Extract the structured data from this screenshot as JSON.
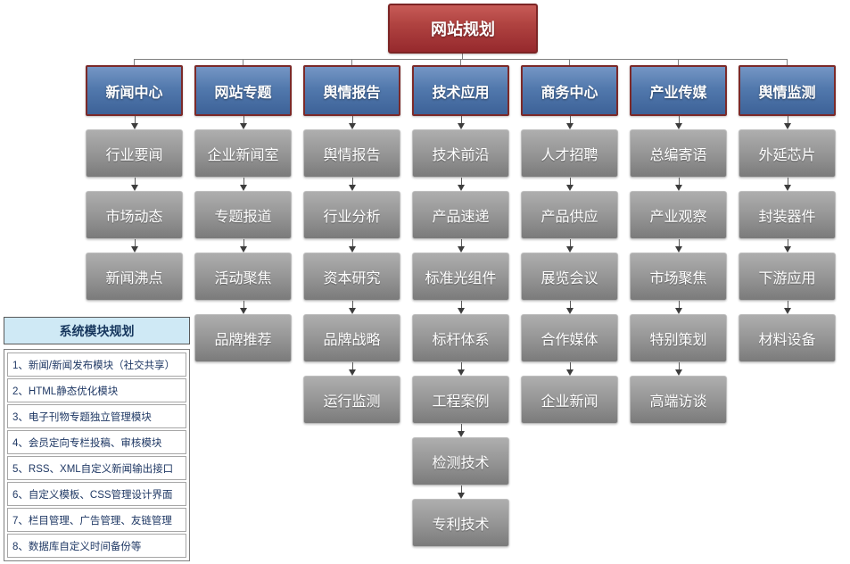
{
  "root": {
    "label": "网站规划"
  },
  "columns": [
    {
      "header": "新闻中心",
      "items": [
        "行业要闻",
        "市场动态",
        "新闻沸点"
      ]
    },
    {
      "header": "网站专题",
      "items": [
        "企业新闻室",
        "专题报道",
        "活动聚焦",
        "品牌推荐"
      ]
    },
    {
      "header": "舆情报告",
      "items": [
        "舆情报告",
        "行业分析",
        "资本研究",
        "品牌战略",
        "运行监测"
      ]
    },
    {
      "header": "技术应用",
      "items": [
        "技术前沿",
        "产品速递",
        "标准光组件",
        "标杆体系",
        "工程案例",
        "检测技术",
        "专利技术"
      ]
    },
    {
      "header": "商务中心",
      "items": [
        "人才招聘",
        "产品供应",
        "展览会议",
        "合作媒体",
        "企业新闻"
      ]
    },
    {
      "header": "产业传媒",
      "items": [
        "总编寄语",
        "产业观察",
        "市场聚焦",
        "特别策划",
        "高端访谈"
      ]
    },
    {
      "header": "舆情监测",
      "items": [
        "外延芯片",
        "封装器件",
        "下游应用",
        "材料设备"
      ]
    }
  ],
  "side_panel": {
    "title": "系统模块规划",
    "items": [
      "1、新闻/新闻发布模块（社交共享）",
      "2、HTML静态优化模块",
      "3、电子刊物专题独立管理模块",
      "4、会员定向专栏投稿、审核模块",
      "5、RSS、XML自定义新闻输出接口",
      "6、自定义模板、CSS管理设计界面",
      "7、栏目管理、广告管理、友链管理",
      "8、数据库自定义时间备份等"
    ]
  },
  "colors": {
    "root_fill": "#a13438",
    "root_border": "#7c2525",
    "header_fill": "#4f76aa",
    "header_border": "#7c2a29",
    "item_fill": "#939393",
    "connector": "#7f7f7f",
    "panel_header_bg": "#cfe9f5",
    "panel_text": "#1f3864"
  }
}
